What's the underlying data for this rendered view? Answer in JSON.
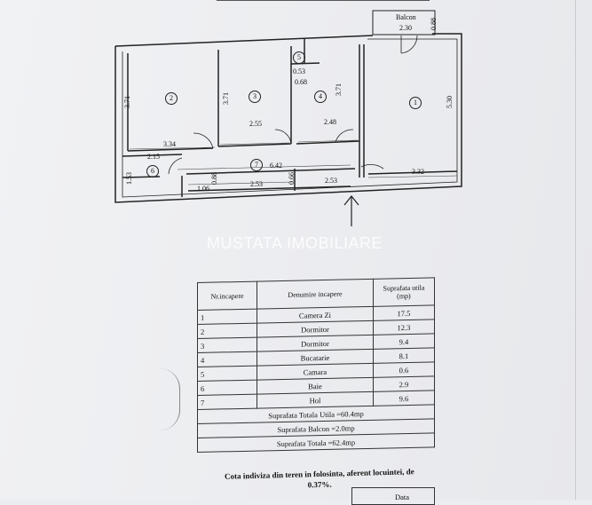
{
  "plan": {
    "balcony_label": "Balcon",
    "balcony_width": "2.30",
    "balcony_depth": "0.88",
    "rooms": [
      {
        "id": "1",
        "area_num": "1"
      },
      {
        "id": "2",
        "area_num": "2"
      },
      {
        "id": "3",
        "area_num": "3"
      },
      {
        "id": "4",
        "area_num": "4"
      },
      {
        "id": "5",
        "area_num": "5"
      },
      {
        "id": "6",
        "area_num": "6"
      },
      {
        "id": "7",
        "area_num": "7"
      }
    ],
    "dims": {
      "r2_h": "3.71",
      "r2_w": "3.34",
      "r3_h": "3.71",
      "r3_w": "2.55",
      "r4_h": "3.71",
      "r4_w": "2.48",
      "r1_h": "5.30",
      "r1_w": "3.32",
      "r5_a": "0.53",
      "r5_b": "0.68",
      "r6_w": "2.15",
      "r6_h": "1.53",
      "r6_b": "1.06",
      "hall_w": "6.42",
      "hall_b": "2.53",
      "hall_c": "2.53",
      "hall_h": "0.66",
      "small": "0.88"
    }
  },
  "watermark": "MUSTATA IMOBILIARE",
  "table": {
    "headers": [
      "Nr.incapere",
      "Denumire incapere",
      "Suprafata utila (mp)"
    ],
    "rows": [
      {
        "nr": "1",
        "name": "Camera Zi",
        "area": "17.5"
      },
      {
        "nr": "2",
        "name": "Dormitor",
        "area": "12.3"
      },
      {
        "nr": "3",
        "name": "Dormitor",
        "area": "9.4"
      },
      {
        "nr": "4",
        "name": "Bucatarie",
        "area": "8.1"
      },
      {
        "nr": "5",
        "name": "Camara",
        "area": "0.6"
      },
      {
        "nr": "6",
        "name": "Baie",
        "area": "2.9"
      },
      {
        "nr": "7",
        "name": "Hol",
        "area": "9.6"
      }
    ],
    "totals": [
      "Suprafata Totala Utila =60.4mp",
      "Suprafata Balcon =2.0mp",
      "Suprafata Totala =62.4mp"
    ]
  },
  "note": "Cota indiviza din teren in folosinta, aferent locuintei, de 0.37%.",
  "date_label": "Data"
}
